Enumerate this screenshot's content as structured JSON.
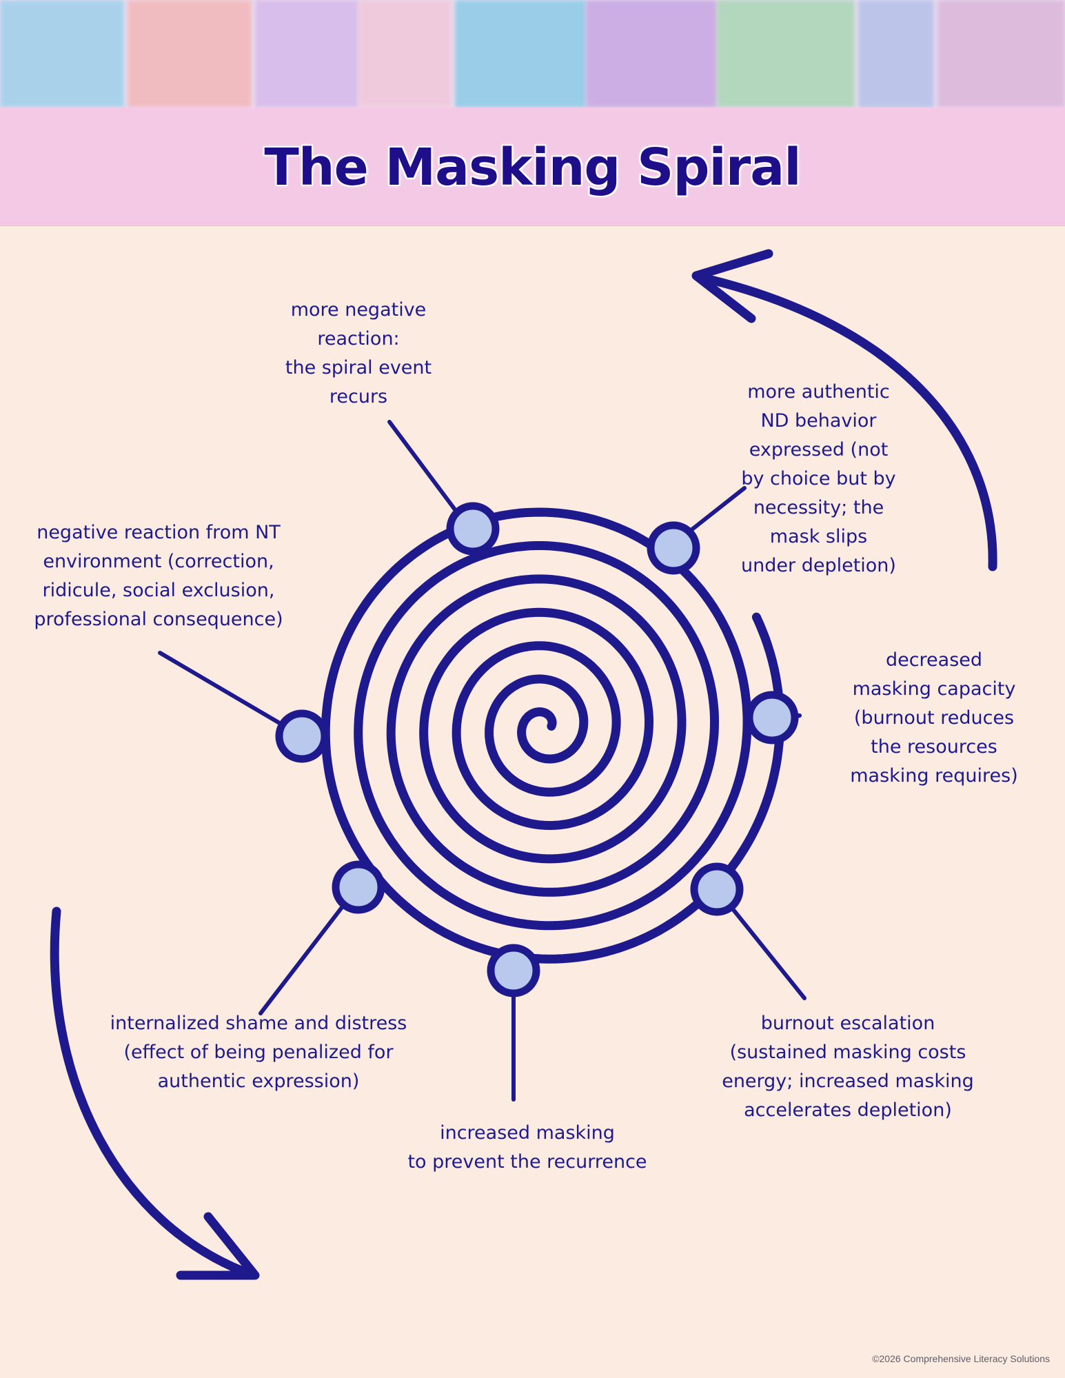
{
  "title": "The Masking Spiral",
  "colors": {
    "ink": "#1e1a8e",
    "node_fill": "#b9c9ee",
    "background": "#fbebe1",
    "title_band": "#f3c9e6"
  },
  "stages": [
    {
      "id": "negative-reaction",
      "text": "negative reaction from NT\nenvironment (correction,\nridicule, social exclusion,\nprofessional consequence)"
    },
    {
      "id": "internalized-shame",
      "text": "internalized shame and distress\n(effect of being penalized for\nauthentic expression)"
    },
    {
      "id": "increased-masking",
      "text": "increased masking\nto prevent the recurrence"
    },
    {
      "id": "burnout-escalation",
      "text": "burnout escalation\n(sustained masking costs\nenergy; increased masking\naccelerates depletion)"
    },
    {
      "id": "decreased-capacity",
      "text": "decreased\nmasking capacity\n(burnout reduces\nthe resources\nmasking requires)"
    },
    {
      "id": "authentic-behavior",
      "text": "more authentic\nND behavior\nexpressed (not\nby choice but by\nnecessity; the\nmask slips\nunder depletion)"
    },
    {
      "id": "recurs",
      "text": "more negative\nreaction:\nthe spiral event\nrecurs"
    }
  ],
  "footer": "©2026 Comprehensive Literacy Solutions"
}
